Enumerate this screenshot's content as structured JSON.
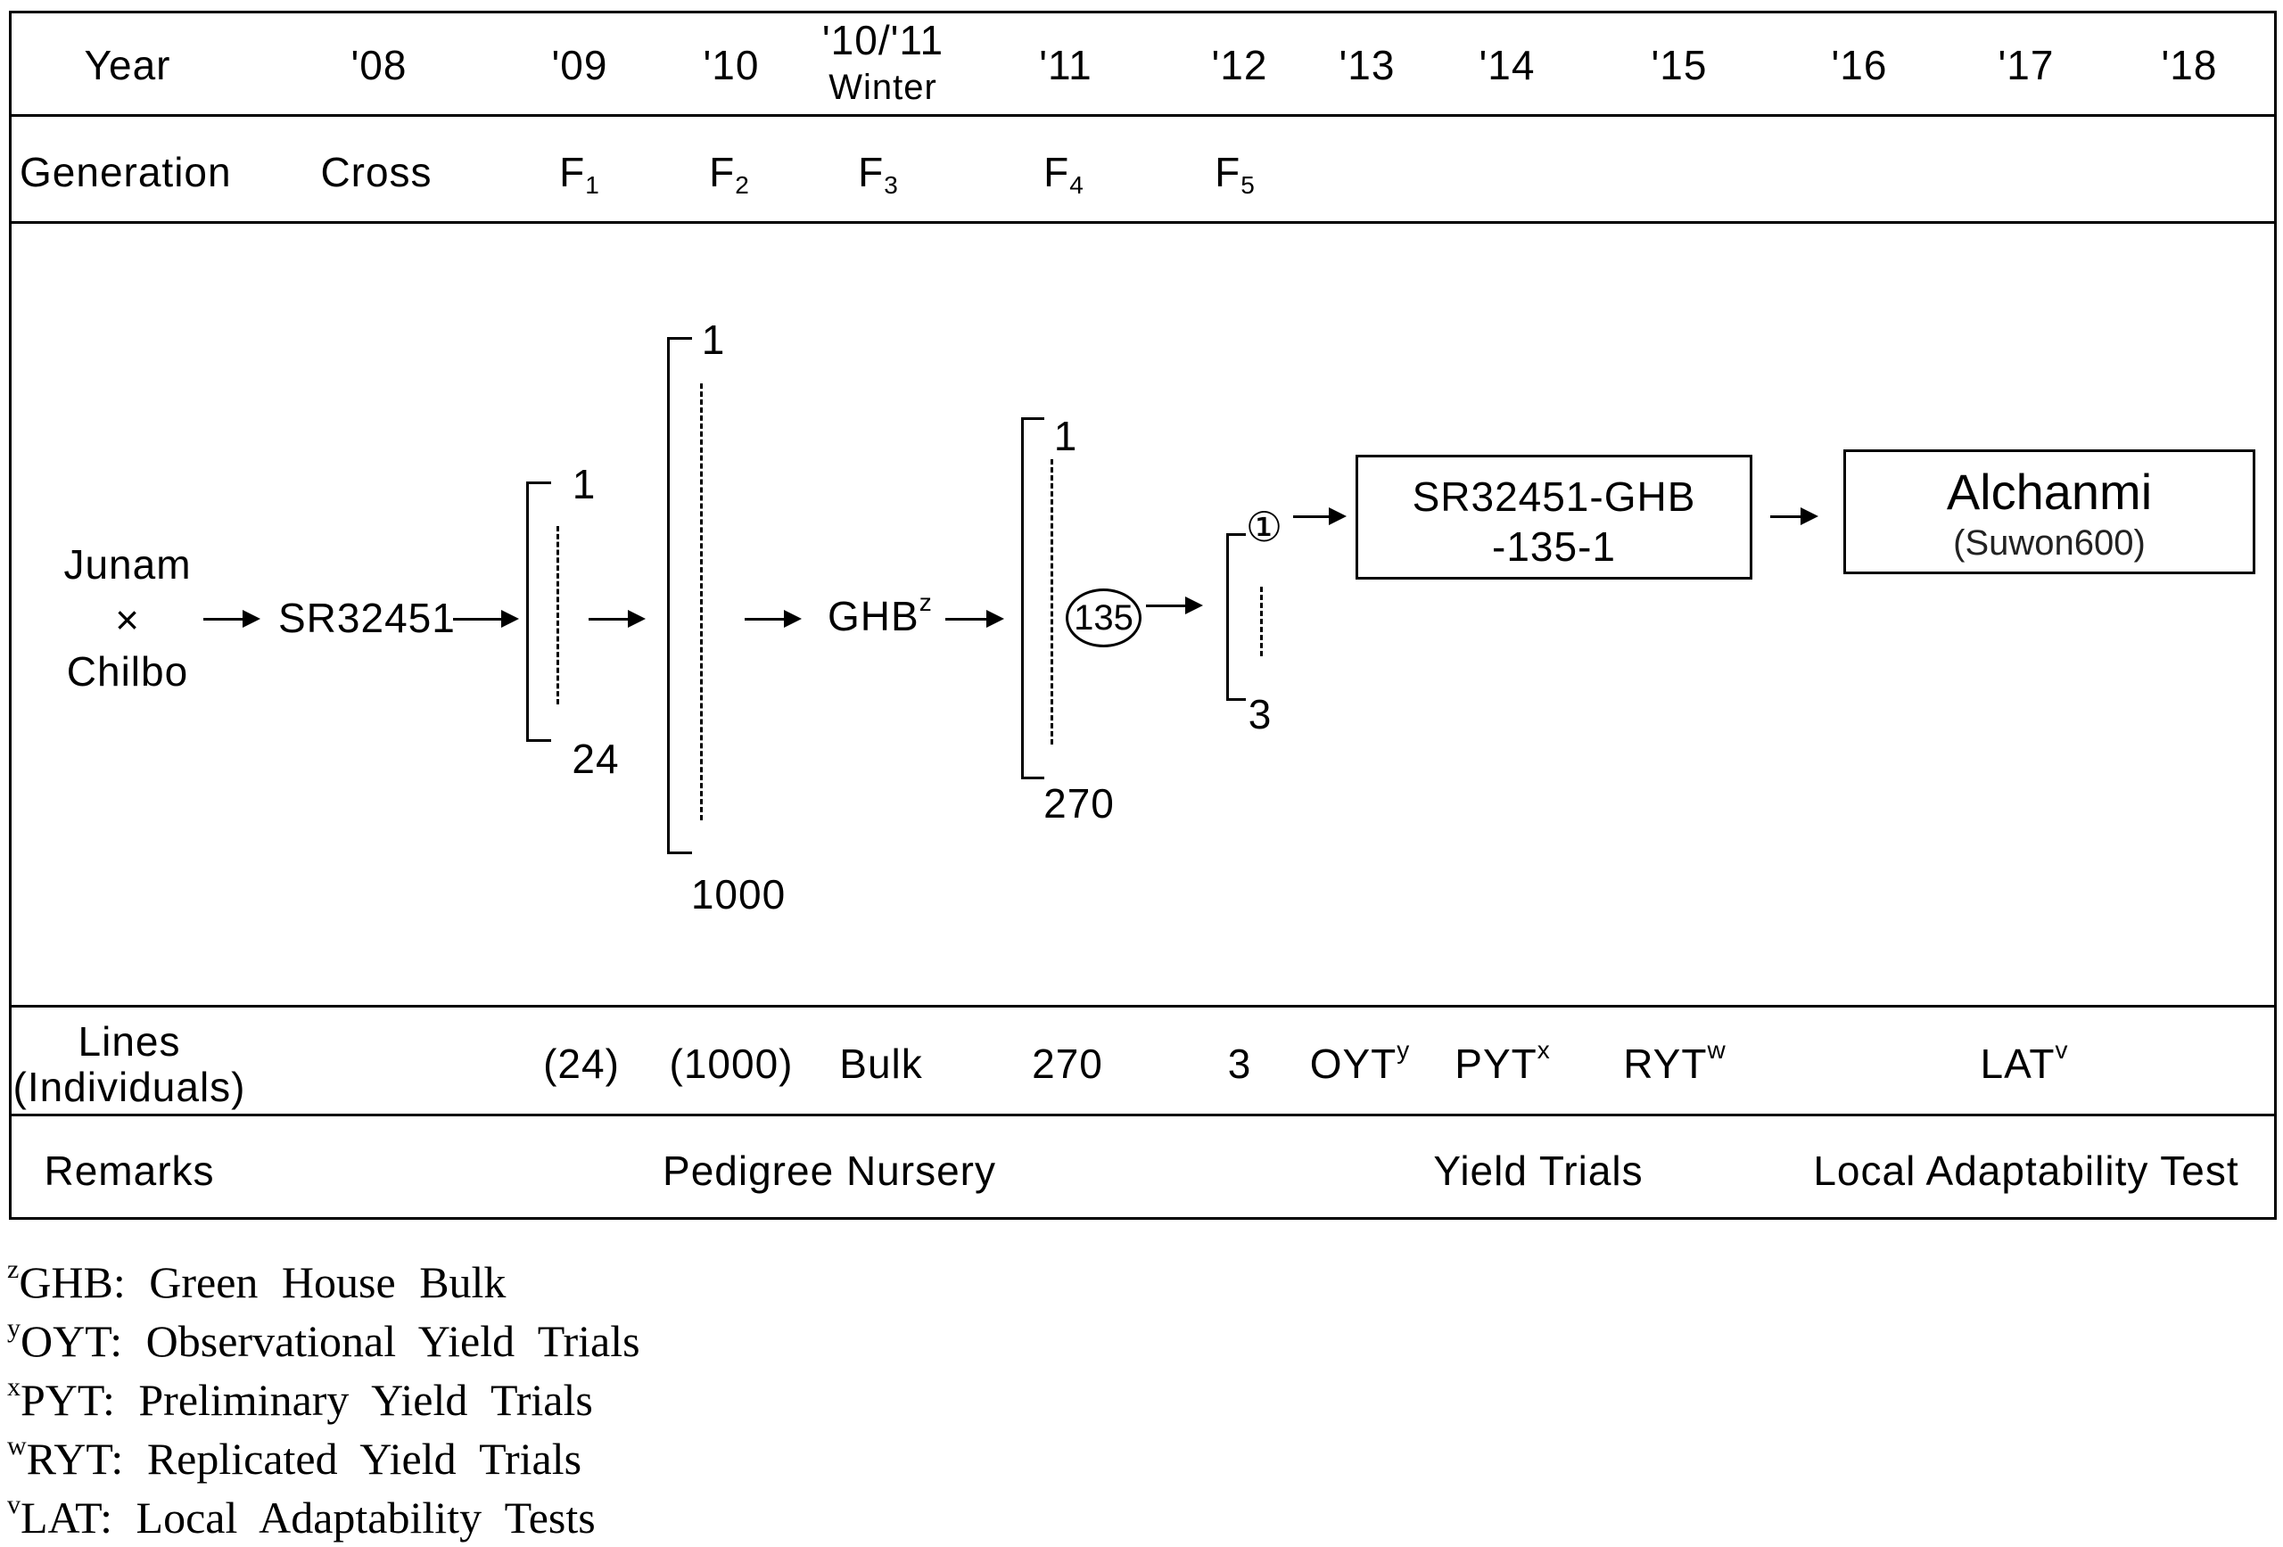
{
  "header": {
    "year_label": "Year",
    "years": [
      "'08",
      "'09",
      "'10",
      "'10/'11",
      "'11",
      "'12",
      "'13",
      "'14",
      "'15",
      "'16",
      "'17",
      "'18"
    ],
    "winter_label": "Winter"
  },
  "generation": {
    "label": "Generation",
    "cross": "Cross",
    "f_letter": "F",
    "subs": [
      "1",
      "2",
      "3",
      "4",
      "5"
    ]
  },
  "diagram": {
    "parent1": "Junam",
    "cross_sign": "×",
    "parent2": "Chilbo",
    "cross_name": "SR32451",
    "f1_top": "1",
    "f1_bottom": "24",
    "f2_top": "1",
    "f2_bottom": "1000",
    "ghb": "GHB",
    "ghb_sup": "z",
    "f4_top": "1",
    "f4_bottom": "270",
    "selected_line": "135",
    "f5_top": "①",
    "f5_bottom": "3",
    "line_box_1": "SR32451-GHB",
    "line_box_2": "-135-1",
    "variety_name": "Alchanmi",
    "variety_code": "(Suwon600)"
  },
  "lines_row": {
    "label_1": "Lines",
    "label_2": "(Individuals)",
    "values": [
      "(24)",
      "(1000)",
      "Bulk",
      "270",
      "3"
    ],
    "oyt": "OYT",
    "oyt_sup": "y",
    "pyt": "PYT",
    "pyt_sup": "x",
    "ryt": "RYT",
    "ryt_sup": "w",
    "lat": "LAT",
    "lat_sup": "v"
  },
  "remarks": {
    "label": "Remarks",
    "pedigree": "Pedigree Nursery",
    "yield": "Yield Trials",
    "local": "Local Adaptability Test"
  },
  "footnotes": [
    {
      "sup": "z",
      "text": "GHB: Green House Bulk"
    },
    {
      "sup": "y",
      "text": "OYT: Observational Yield Trials"
    },
    {
      "sup": "x",
      "text": "PYT: Preliminary Yield Trials"
    },
    {
      "sup": "w",
      "text": "RYT: Replicated Yield Trials"
    },
    {
      "sup": "v",
      "text": "LAT: Local Adaptability Tests"
    }
  ]
}
